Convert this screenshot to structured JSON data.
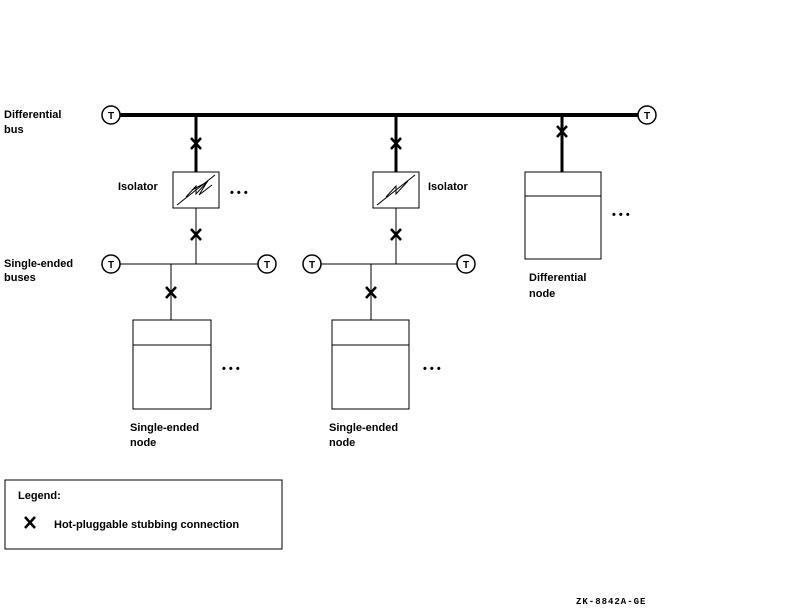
{
  "labels": {
    "differential_bus_line1": "Differential",
    "differential_bus_line2": "bus",
    "isolator_left": "Isolator",
    "isolator_right": "Isolator",
    "single_ended_buses_line1": "Single-ended",
    "single_ended_buses_line2": "buses",
    "differential_node_line1": "Differential",
    "differential_node_line2": "node",
    "single_ended_node_left_line1": "Single-ended",
    "single_ended_node_left_line2": "node",
    "single_ended_node_right_line1": "Single-ended",
    "single_ended_node_right_line2": "node"
  },
  "terminator_symbol": "T",
  "stub_symbol": "X",
  "ellipsis": "• • •",
  "legend": {
    "title": "Legend:",
    "symbol": "X",
    "description": "Hot-pluggable stubbing connection"
  },
  "figure_id": "ZK-8842A-GE"
}
